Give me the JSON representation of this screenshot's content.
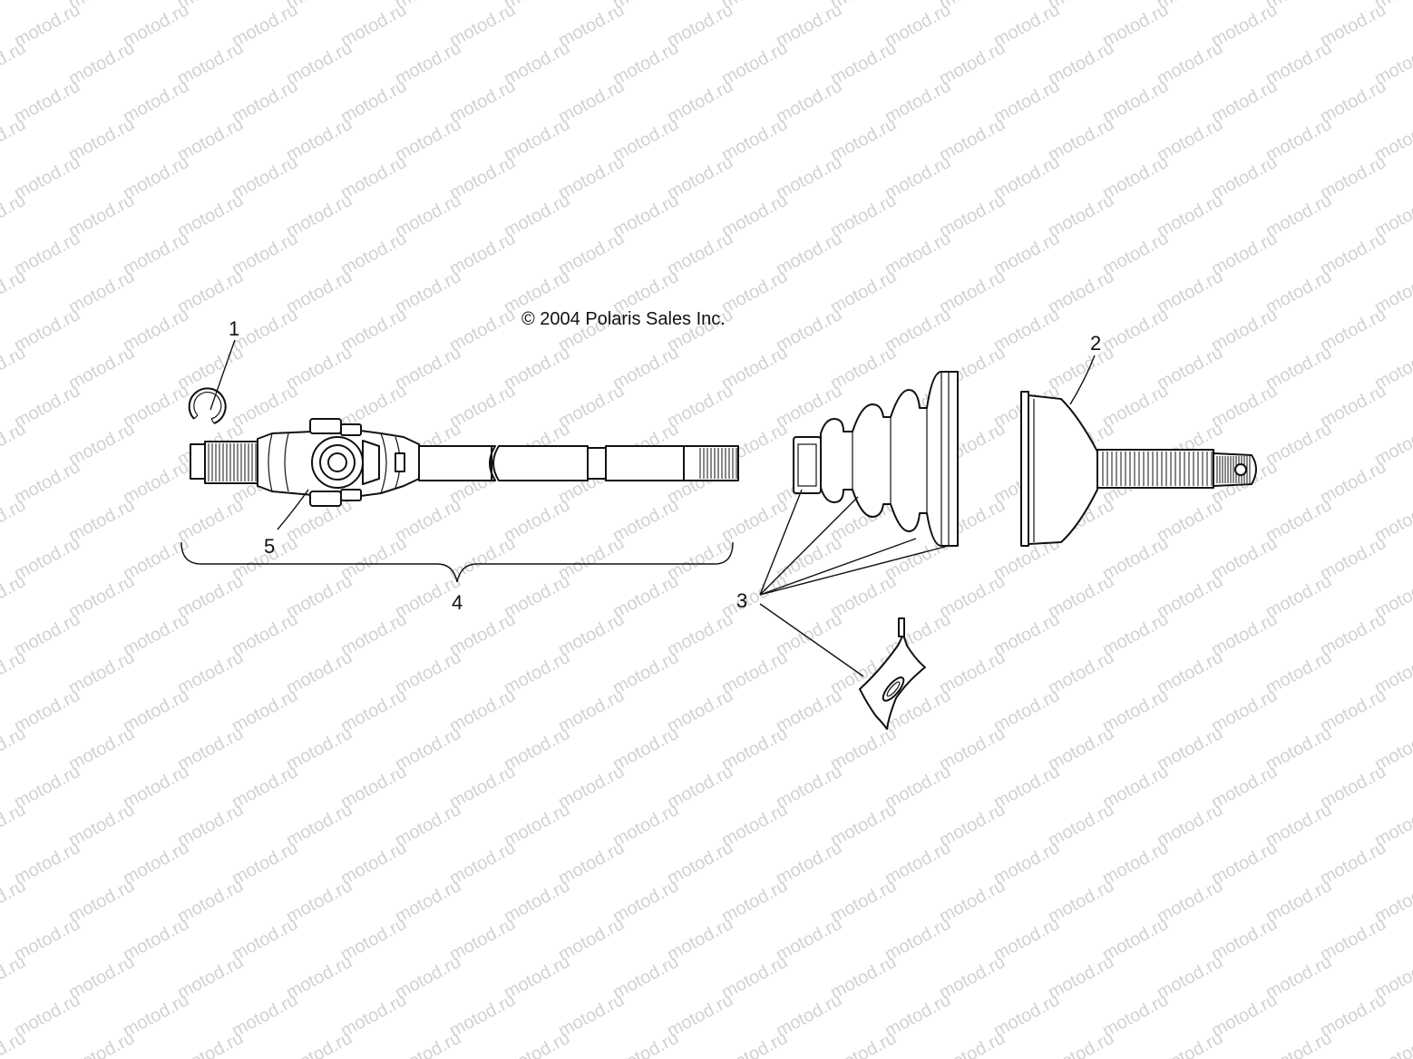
{
  "watermark": {
    "text": "motod.ru"
  },
  "copyright": {
    "text": "© 2004 Polaris Sales Inc."
  },
  "callouts": [
    {
      "id": "1",
      "label": "1",
      "part": "circlip"
    },
    {
      "id": "2",
      "label": "2",
      "part": "outer-cv-joint-stub-shaft"
    },
    {
      "id": "3",
      "label": "3",
      "part": "cv-boot-kit"
    },
    {
      "id": "4",
      "label": "4",
      "part": "drive-shaft-assembly"
    },
    {
      "id": "5",
      "label": "5",
      "part": "inner-joint"
    }
  ],
  "colors": {
    "line": "#111111",
    "watermark": "#d2d2d2",
    "background": "#ffffff"
  }
}
